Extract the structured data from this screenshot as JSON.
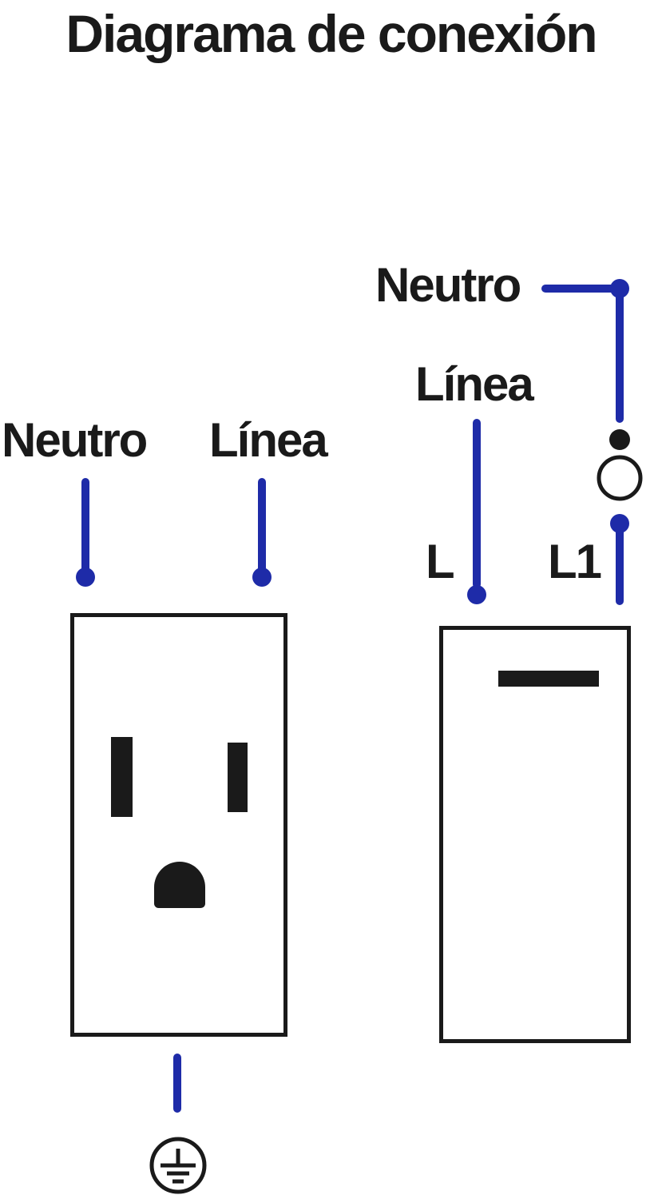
{
  "title": "Diagrama de conexión",
  "colors": {
    "wire": "#1e2ba8",
    "ink": "#1a1a1a"
  },
  "outlet": {
    "neutro_label": "Neutro",
    "linea_label": "Línea",
    "ground_icon": "earth-ground-symbol"
  },
  "switch": {
    "neutro_label": "Neutro",
    "linea_label": "Línea",
    "l_label": "L",
    "l1_label": "L1",
    "bulb_icon": "light-bulb-symbol"
  }
}
